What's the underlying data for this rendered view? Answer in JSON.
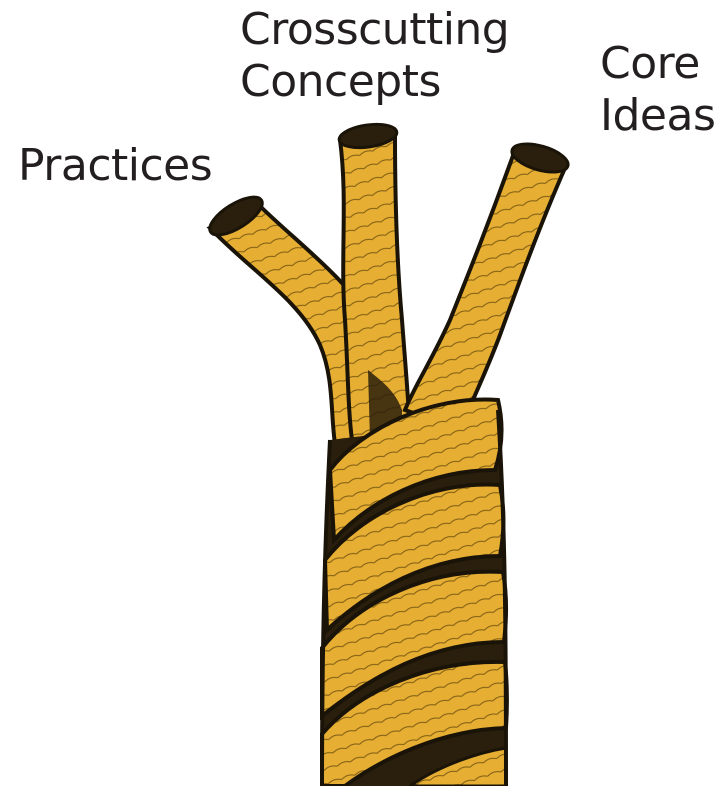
{
  "labels": {
    "practices": "Practices",
    "crosscutting_line1": "Crosscutting",
    "crosscutting_line2": "Concepts",
    "core_line1": "Core",
    "core_line2": "Ideas"
  },
  "colors": {
    "rope_fill": "#E6AE32",
    "rope_outline": "#1a1308",
    "rope_shadow": "#2a1f0c",
    "text": "#231f20",
    "background": "#ffffff"
  },
  "illustration": {
    "subject": "three-strand-rope",
    "strand_count": 3
  }
}
